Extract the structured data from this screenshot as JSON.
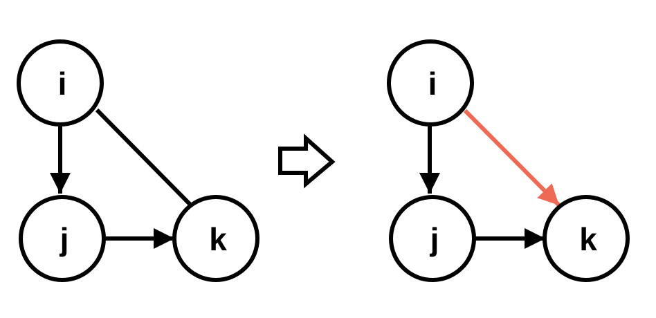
{
  "colors": {
    "edge": "#000000",
    "new_edge": "#ee6a55",
    "node_stroke": "#000000"
  },
  "left_graph": {
    "nodes": [
      {
        "id": "i",
        "label": "i"
      },
      {
        "id": "j",
        "label": "j"
      },
      {
        "id": "k",
        "label": "k"
      }
    ],
    "edges": [
      {
        "from": "i",
        "to": "j",
        "directed": true
      },
      {
        "from": "i",
        "to": "k",
        "directed": false
      },
      {
        "from": "j",
        "to": "k",
        "directed": true
      }
    ]
  },
  "transform_icon": "right-arrow-outline-icon",
  "right_graph": {
    "nodes": [
      {
        "id": "i",
        "label": "i"
      },
      {
        "id": "j",
        "label": "j"
      },
      {
        "id": "k",
        "label": "k"
      }
    ],
    "edges": [
      {
        "from": "i",
        "to": "j",
        "directed": true
      },
      {
        "from": "i",
        "to": "k",
        "directed": true,
        "highlight": true
      },
      {
        "from": "j",
        "to": "k",
        "directed": true
      }
    ]
  }
}
